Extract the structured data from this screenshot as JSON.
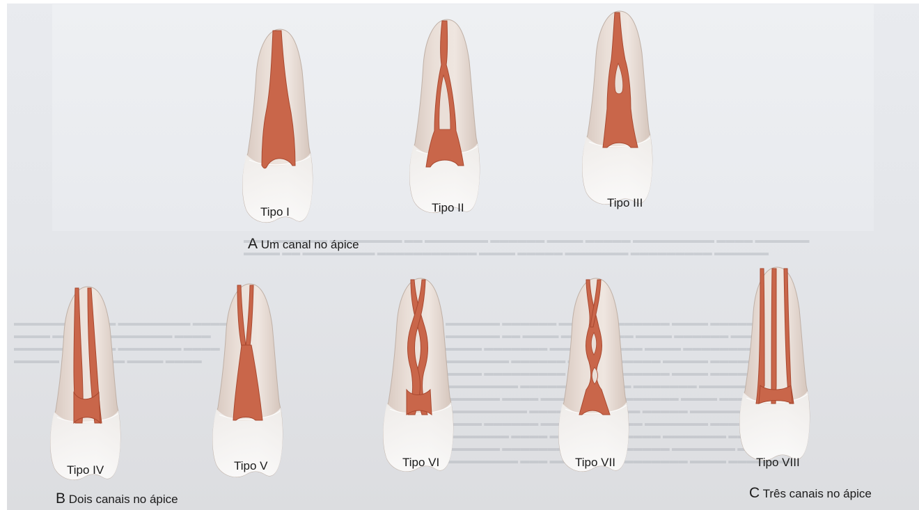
{
  "groups": [
    {
      "letter": "A",
      "caption": "Um canal no ápice"
    },
    {
      "letter": "B",
      "caption": "Dois canais no ápice"
    },
    {
      "letter": "C",
      "caption": "Três canais no ápice"
    }
  ],
  "teeth": [
    {
      "label": "Tipo I"
    },
    {
      "label": "Tipo II"
    },
    {
      "label": "Tipo III"
    },
    {
      "label": "Tipo IV"
    },
    {
      "label": "Tipo V"
    },
    {
      "label": "Tipo VI"
    },
    {
      "label": "Tipo VII"
    },
    {
      "label": "Tipo VIII"
    }
  ],
  "colors": {
    "canal": "#c9664a",
    "canal_outline": "#a8482f",
    "root": "#e7d8cf",
    "crown": "#f3f2f0",
    "background": "#e6e8ec"
  }
}
